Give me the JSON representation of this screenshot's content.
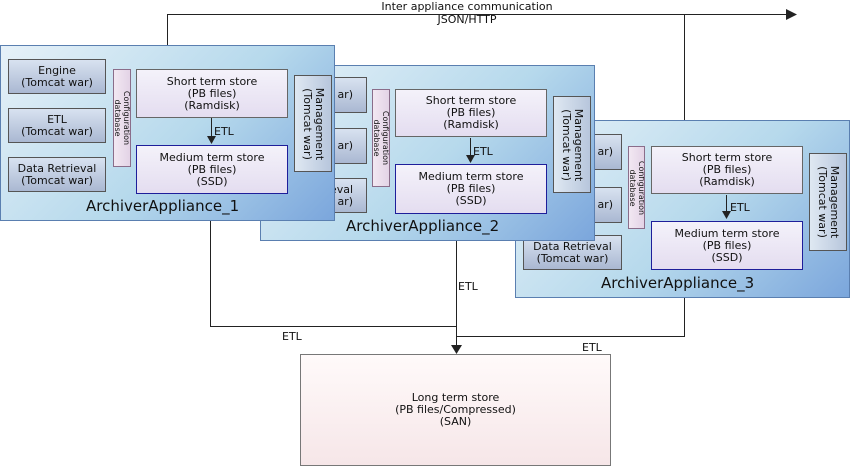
{
  "top_link": {
    "line1": "Inter appliance communication",
    "line2": "JSON/HTTP"
  },
  "appliances": [
    {
      "name": "ArchiverAppliance_1",
      "engine": {
        "line1": "Engine",
        "line2": "(Tomcat war)"
      },
      "etl": {
        "line1": "ETL",
        "line2": "(Tomcat war)"
      },
      "retrieval": {
        "line1": "Data Retrieval",
        "line2": "(Tomcat war)"
      },
      "config": {
        "line1": "Configuration",
        "line2": "database"
      },
      "short_store": {
        "line1": "Short term store",
        "line2": "(PB files)",
        "line3": "(Ramdisk)"
      },
      "medium_store": {
        "line1": "Medium term store",
        "line2": "(PB files)",
        "line3": "(SSD)"
      },
      "etl_arrow_label": "ETL",
      "management": {
        "line1": "Management",
        "line2": "(Tomcat war)"
      }
    },
    {
      "name": "ArchiverAppliance_2",
      "engine_partial": "ar)",
      "etl_partial": "ar)",
      "retrieval_partial": {
        "line1": "eval",
        "line2": "ar)"
      },
      "config": {
        "line1": "Configuration",
        "line2": "database"
      },
      "short_store": {
        "line1": "Short term store",
        "line2": "(PB files)",
        "line3": "(Ramdisk)"
      },
      "medium_store": {
        "line1": "Medium term store",
        "line2": "(PB files)",
        "line3": "(SSD)"
      },
      "etl_arrow_label": "ETL",
      "management": {
        "line1": "Management",
        "line2": "(Tomcat war)"
      }
    },
    {
      "name": "ArchiverAppliance_3",
      "engine_partial": "ar)",
      "etl_partial": "ar)",
      "retrieval": {
        "line1": "Data Retrieval",
        "line2": "(Tomcat war)"
      },
      "config": {
        "line1": "Configuration",
        "line2": "database"
      },
      "short_store": {
        "line1": "Short term store",
        "line2": "(PB files)",
        "line3": "(Ramdisk)"
      },
      "medium_store": {
        "line1": "Medium term store",
        "line2": "(PB files)",
        "line3": "(SSD)"
      },
      "etl_arrow_label": "ETL",
      "management": {
        "line1": "Management",
        "line2": "(Tomcat war)"
      }
    }
  ],
  "connections": {
    "etl_label_1": "ETL",
    "etl_label_2": "ETL",
    "etl_label_3": "ETL"
  },
  "long_term_store": {
    "line1": "Long term store",
    "line2": "(PB files/Compressed)",
    "line3": "(SAN)"
  },
  "colors": {
    "appliance_light": "#e6f1f8",
    "appliance_dark": "#7ba6dc",
    "medium_border": "#1e1e9a"
  }
}
